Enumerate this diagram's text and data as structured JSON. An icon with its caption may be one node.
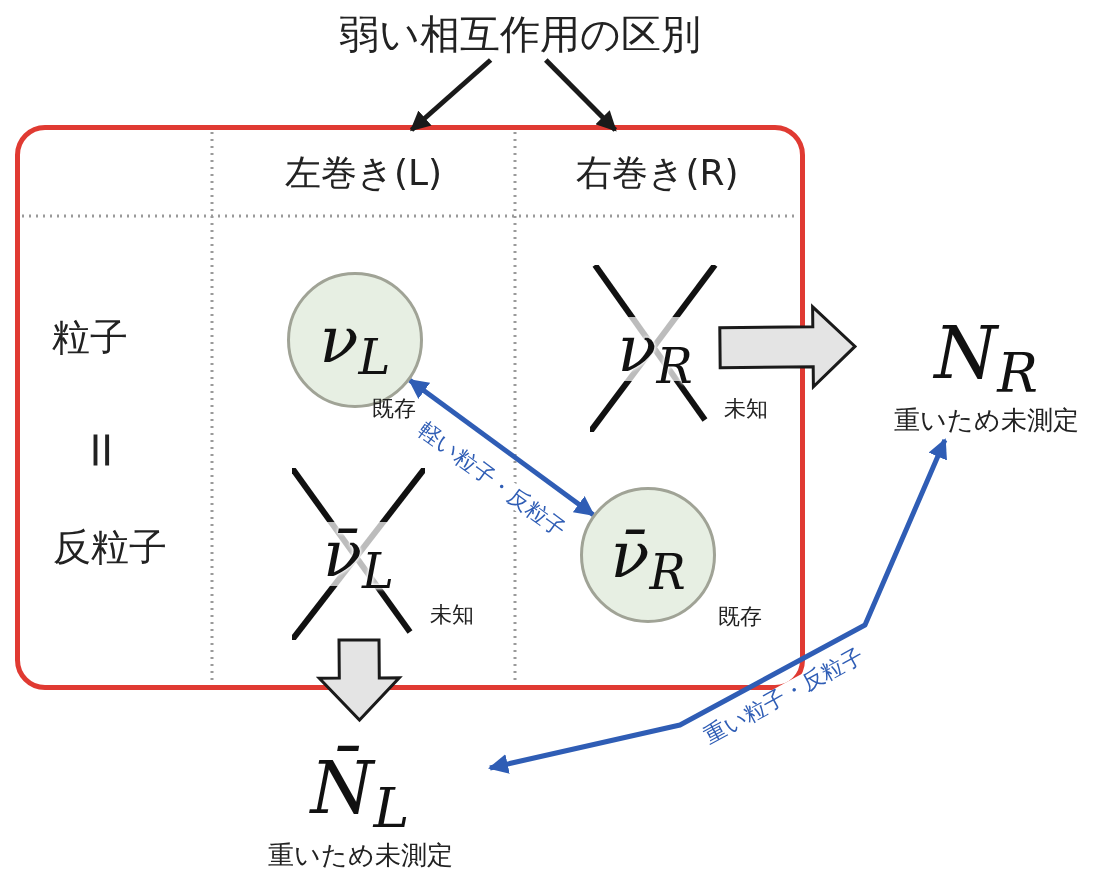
{
  "diagram": {
    "nodes": [
      {
        "text": [
          "弱い相互作用の区別"
        ]
      },
      {
        "text": [],
        "shape": "box"
      },
      {
        "text": [
          "左巻き(L)"
        ],
        "in": 1
      },
      {
        "text": [
          "右巻き(R)"
        ],
        "in": 1
      },
      {
        "text": [
          "ν$_{L}$"
        ],
        "in": 1,
        "beside": [
          "既存"
        ]
      },
      {
        "text": [
          "ν$_{R}$"
        ],
        "in": 1,
        "beside": [
          "未知"
        ]
      },
      {
        "text": [
          "ν̄$_{L}$"
        ],
        "in": 1,
        "beside": [
          "未知"
        ]
      },
      {
        "text": [
          "ν̄$_{R}$"
        ],
        "in": 1,
        "beside": [
          "既存"
        ]
      },
      {
        "text": [
          "N$_{R}$"
        ],
        "beside": [
          "重いため未測定"
        ]
      },
      {
        "text": [
          "N̄$_{L}$"
        ],
        "beside": [
          "重いため未測定"
        ]
      }
    ],
    "edges": [
      {
        "from": 0,
        "to": 2,
        "arrow": "to"
      },
      {
        "from": 0,
        "to": 3,
        "arrow": "to"
      },
      {
        "from": 5,
        "to": 8,
        "arrow": "to",
        "style": "thick"
      },
      {
        "from": 6,
        "to": 9,
        "arrow": "to",
        "style": "thick"
      },
      {
        "from": 4,
        "to": 7,
        "arrow": "both",
        "label": "軽い粒子・反粒子",
        "color": "#2f5db5"
      },
      {
        "from": 8,
        "to": 9,
        "arrow": "both",
        "label": "重い粒子・反粒子",
        "color": "#2f5db5"
      }
    ],
    "labels": [
      "粒子",
      "＝",
      "反粒子"
    ]
  }
}
